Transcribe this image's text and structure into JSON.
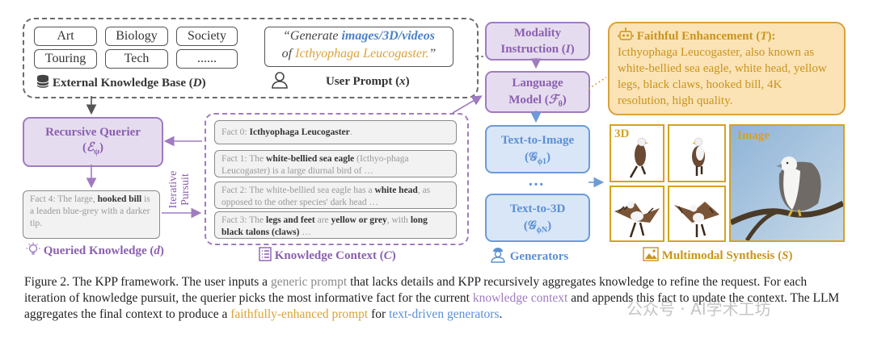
{
  "knowledge_base": {
    "tags": [
      "Art",
      "Biology",
      "Society",
      "Touring",
      "Tech",
      "......"
    ],
    "title": "External Knowledge Base (",
    "symbol": "D",
    "close": ")"
  },
  "user_prompt": {
    "line1_pre": "“Generate ",
    "line1_em": "images/3D/videos",
    "line2_pre": "of ",
    "line2_em": "Icthyophaga Leucogaster.",
    "line2_post": "”",
    "title": "User Prompt (",
    "symbol": "x",
    "close": ")"
  },
  "modality_instruction": {
    "line1": "Modality",
    "line2": "Instruction (",
    "symbol": "I",
    "close": ")"
  },
  "language_model": {
    "line1": "Language",
    "line2": "Model (",
    "symbol": "ℱ",
    "sub": "θ",
    "close": ")"
  },
  "faithful": {
    "title": "Faithful Enhancement (",
    "symbol": "T",
    "close": "):",
    "body": "Icthyophaga Leucogaster, also known as white-bellied sea eagle, white head, yellow legs, black claws, hooked bill, 4K resolution, high quality."
  },
  "recursive_querier": {
    "line1": "Recursive Querier",
    "line2": "(",
    "symbol": "ℰ",
    "sub": "ψ",
    "close": ")"
  },
  "iterative_pursuit": "Iterative Pursuit",
  "queried_fact": {
    "pre": "Fact 4: The large, ",
    "em1": "hooked bill",
    "mid": " is a leaden blue-grey with a darker tip."
  },
  "queried_label": {
    "text": "Queried Knowledge (",
    "symbol": "d",
    "close": ")"
  },
  "facts": [
    {
      "pre": "Fact 0: ",
      "em": "Icthyophaga Leucogaster",
      "post": "."
    },
    {
      "pre": "Fact 1: The ",
      "em": "white-bellied sea eagle",
      "post": " (Icthyo-phaga Leucogaster) is a large diurnal bird of …"
    },
    {
      "pre": "Fact 2: The white-bellied sea eagle has a ",
      "em": "white head",
      "post": ", as opposed to the other species' dark head …"
    },
    {
      "pre": "Fact 3: The ",
      "em": "legs and feet",
      "mid": " are ",
      "em2": "yellow or grey",
      "post": ", with ",
      "em3": "long black talons (claws)",
      "post2": " …"
    }
  ],
  "context_label": {
    "text": "Knowledge Context (",
    "symbol": "C",
    "close": ")"
  },
  "generators": {
    "t2i_line1": "Text-to-Image",
    "t2i_line2": "(𝒢",
    "t2i_sub": "ϕ1",
    "dots": "…",
    "t23d_line1": "Text-to-3D",
    "t23d_line2": "(𝒢",
    "t23d_sub": "ϕN",
    "close": ")",
    "label": "Generators"
  },
  "synthesis": {
    "label_3d": "3D",
    "label_image": "Image",
    "title": "Multimodal Synthesis (",
    "symbol": "S",
    "close": ")"
  },
  "caption": {
    "p1": "Figure 2. The KPP framework. The user inputs a ",
    "generic": "generic prompt",
    "p2": " that lacks details and KPP recursively aggregates knowledge to refine the request. For each iteration of knowledge pursuit, the querier picks the most informative fact for the current ",
    "context": "knowledge context",
    "p3": " and appends this fact to update the context. The LLM aggregates the final context to produce a ",
    "faithful": "faithfully-enhanced prompt",
    "p4": " for ",
    "generators": "text-driven generators",
    "p5": "."
  },
  "watermark": "公众号 · AI学术工坊",
  "colors": {
    "purple": "#a07bc0",
    "blue": "#5b8fd4",
    "orange": "#d9a23a",
    "gray": "#8a8a8a"
  }
}
